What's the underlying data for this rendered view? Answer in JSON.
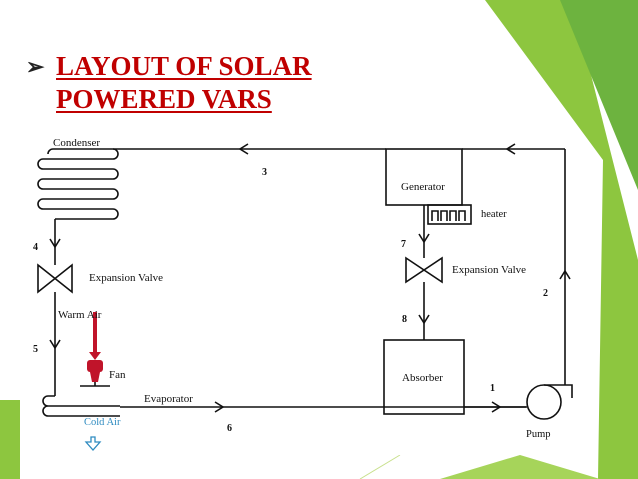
{
  "slide": {
    "title_line1": "LAYOUT OF SOLAR",
    "title_line2": "POWERED VARS",
    "bullet_icon": "arrow-bullet-icon",
    "accent_color": "#c00000",
    "decoration_colors": [
      "#8dc63f",
      "#6db33f",
      "#a6d45a",
      "#c8e08c"
    ]
  },
  "diagram": {
    "components": {
      "condenser": "Condenser",
      "generator": "Generator",
      "heater": "heater",
      "expansion_valve_left": "Expansion Valve",
      "expansion_valve_right": "Expansion Valve",
      "warm_air": "Warm Air",
      "fan": "Fan",
      "evaporator": "Evaporator",
      "cold_air": "Cold Air",
      "absorber": "Absorber",
      "pump": "Pump"
    },
    "state_points": [
      "1",
      "2",
      "3",
      "4",
      "5",
      "6",
      "7",
      "8"
    ],
    "colors": {
      "lines": "#111111",
      "fan": "#c0142a",
      "cold_air": "#2e8bc0"
    }
  }
}
